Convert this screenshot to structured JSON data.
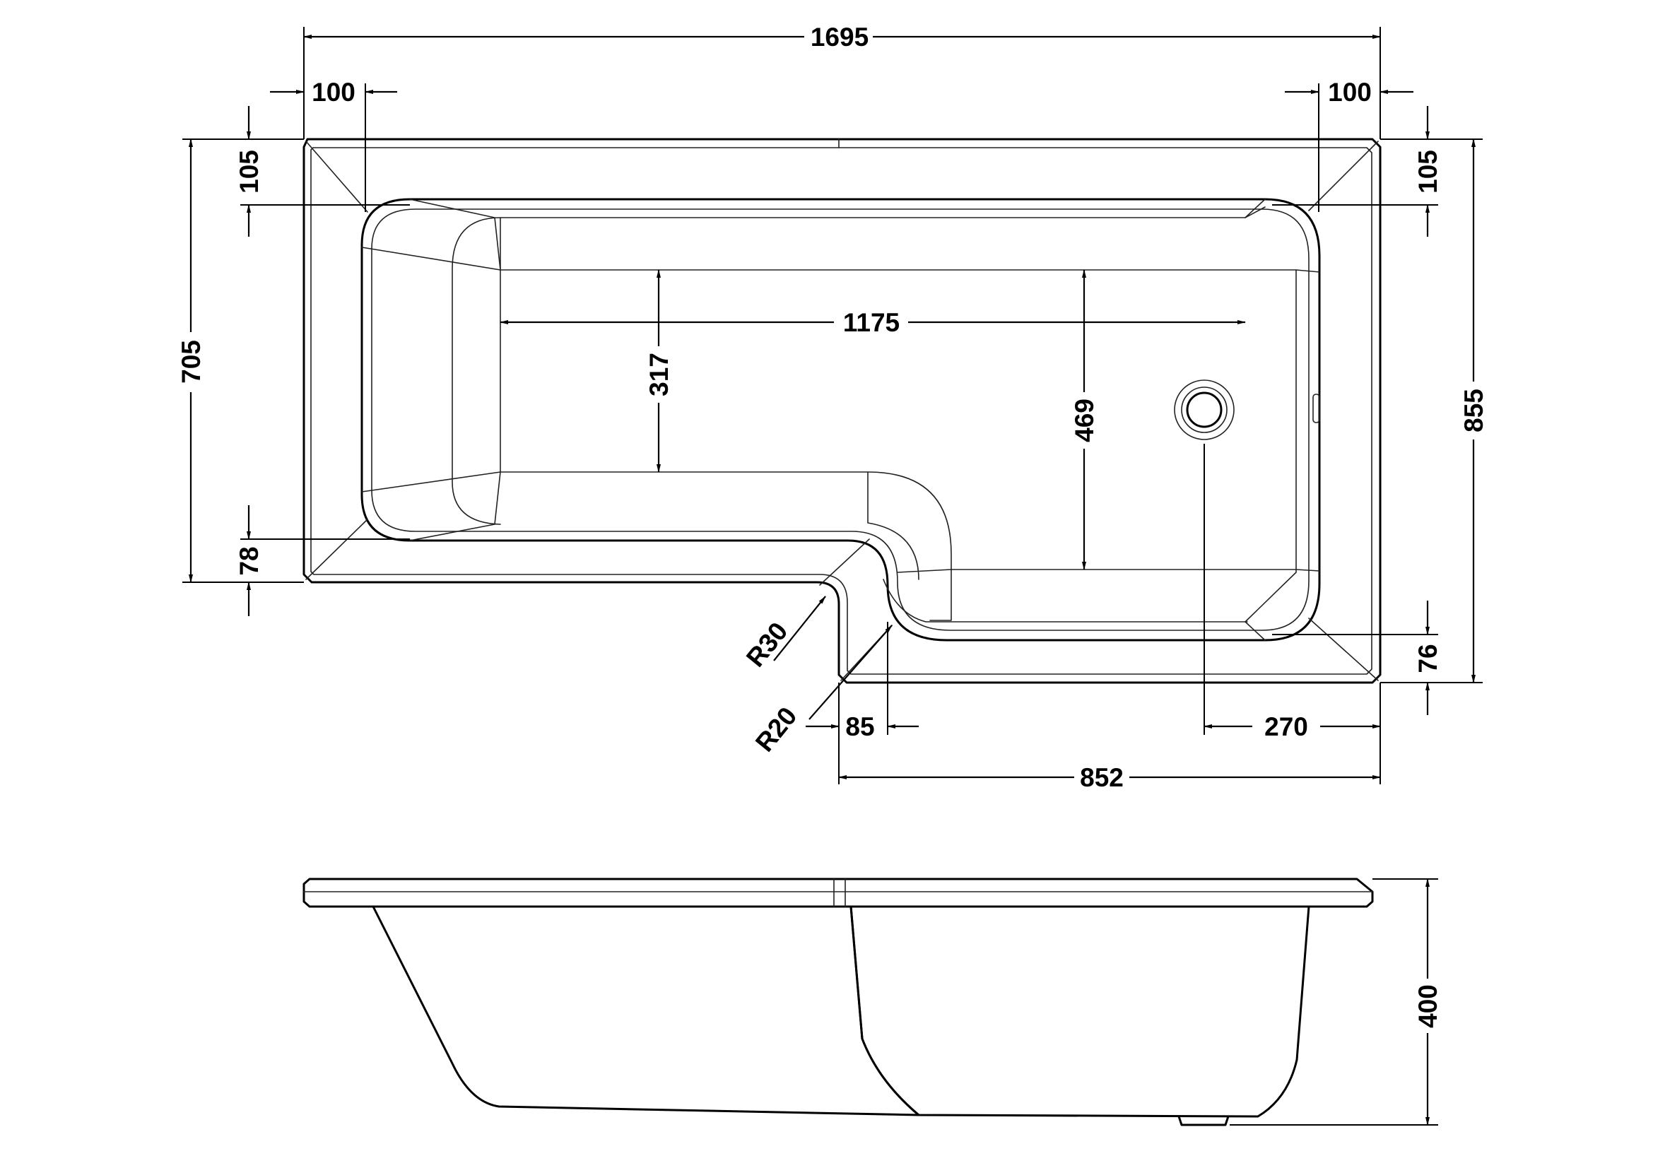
{
  "plan": {
    "overall_length": "1695",
    "corner_left_x": "100",
    "corner_right_x": "100",
    "corner_left_y": "105",
    "corner_right_y": "105",
    "overall_width_left": "705",
    "overall_width_right": "855",
    "inner_length": "1175",
    "inner_width_left": "317",
    "inner_width_right": "469",
    "rim_bottom_left": "78",
    "rim_bottom_right": "76",
    "radius_outer": "R30",
    "radius_inner": "R20",
    "step_offset": "85",
    "waste_offset": "270",
    "extension_length": "852"
  },
  "elevation": {
    "height": "400"
  }
}
